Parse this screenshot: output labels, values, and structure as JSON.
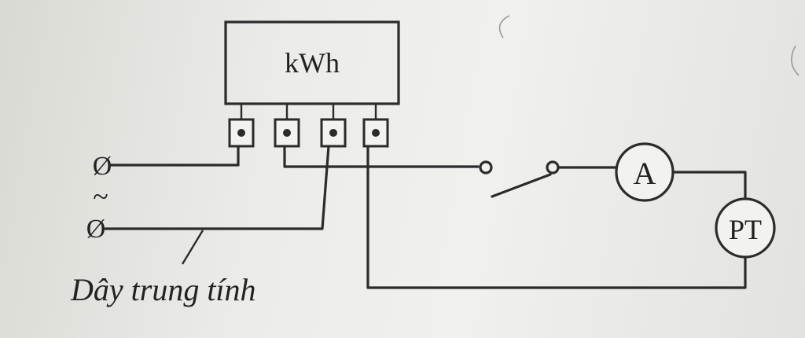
{
  "diagram": {
    "meter_label": "kWh",
    "ammeter_label": "A",
    "load_label": "PT",
    "terminal_symbol": "Ø",
    "ac_symbol": "~",
    "neutral_label": "Dây trung tính"
  }
}
